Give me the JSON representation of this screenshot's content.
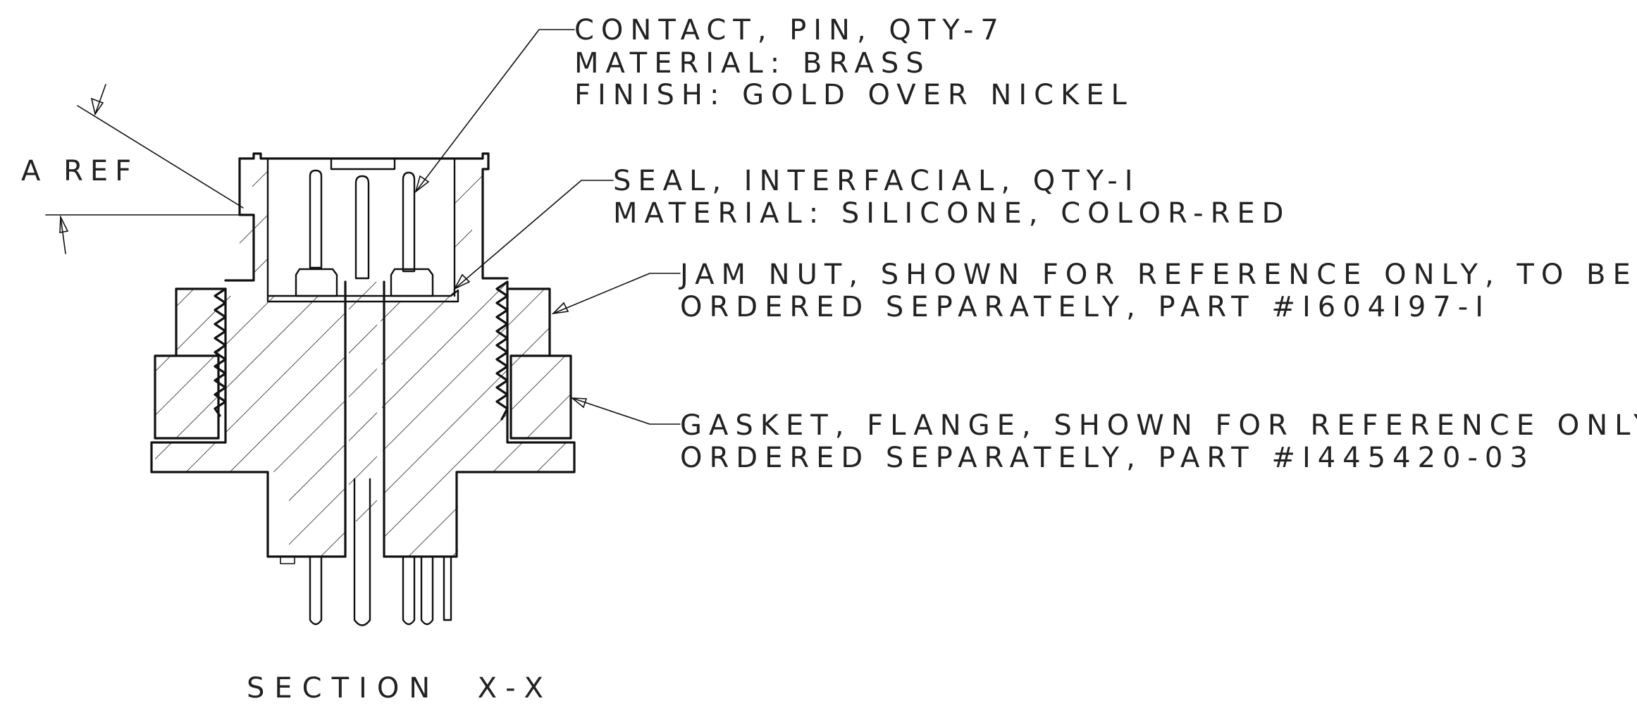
{
  "callouts": {
    "contact": [
      "CONTACT, PIN, QTY-7",
      "MATERIAL: BRASS",
      "FINISH: GOLD OVER NICKEL"
    ],
    "seal": [
      "SEAL, INTERFACIAL, QTY-I",
      "MATERIAL: SILICONE, COLOR-RED"
    ],
    "jam_nut": [
      "JAM NUT, SHOWN FOR REFERENCE ONLY, TO BE",
      "ORDERED SEPARATELY, PART #I604I97-I"
    ],
    "gasket": [
      "GASKET, FLANGE, SHOWN FOR REFERENCE ONLY, TO BE",
      "ORDERED SEPARATELY, PART #I445420-03"
    ]
  },
  "dimension": {
    "label": "A REF"
  },
  "section": {
    "title": "SECTION  X-X"
  },
  "colors": {
    "line": "#111111",
    "text": "#222222",
    "background": "#ffffff"
  }
}
